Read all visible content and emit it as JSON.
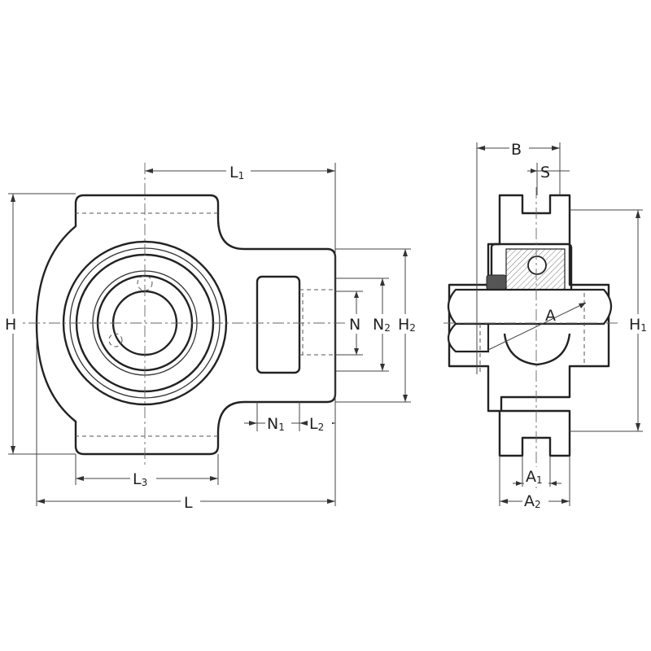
{
  "labels": {
    "L1": {
      "main": "L",
      "sub": "1"
    },
    "H": {
      "main": "H",
      "sub": ""
    },
    "N": {
      "main": "N",
      "sub": ""
    },
    "N2": {
      "main": "N",
      "sub": "2"
    },
    "H2": {
      "main": "H",
      "sub": "2"
    },
    "N1": {
      "main": "N",
      "sub": "1"
    },
    "L2": {
      "main": "L",
      "sub": "2"
    },
    "L3": {
      "main": "L",
      "sub": "3"
    },
    "L": {
      "main": "L",
      "sub": ""
    },
    "B": {
      "main": "B",
      "sub": ""
    },
    "S": {
      "main": "S",
      "sub": ""
    },
    "A": {
      "main": "A",
      "sub": ""
    },
    "H1": {
      "main": "H",
      "sub": "1"
    },
    "A1": {
      "main": "A",
      "sub": "1"
    },
    "A2": {
      "main": "A",
      "sub": "2"
    }
  }
}
